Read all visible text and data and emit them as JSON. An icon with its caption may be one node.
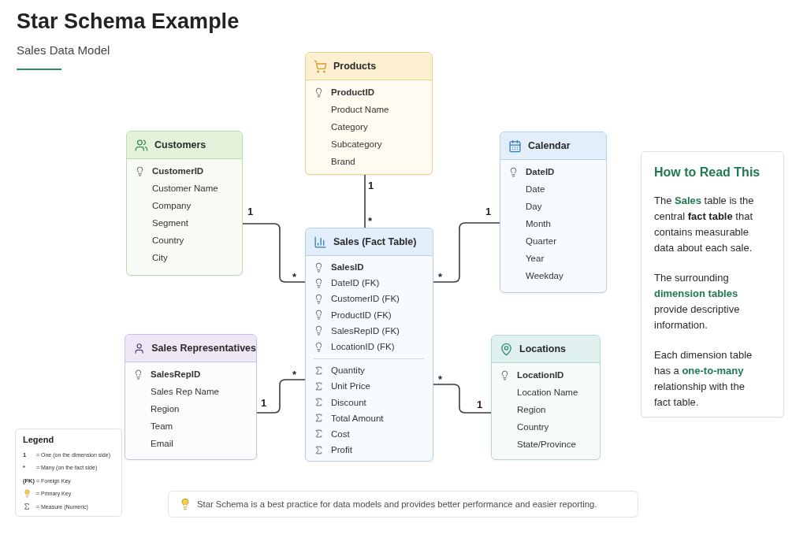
{
  "diagram": {
    "title": "Star Schema Example",
    "nodes": [
      {
        "text": [
          "Products",
          "ProductID",
          "Product Name",
          "Category",
          "Subcategory",
          "Brand"
        ]
      },
      {
        "text": [
          "Customers",
          "CustomerID",
          "Customer Name",
          "Company",
          "Segment",
          "Country",
          "City"
        ]
      },
      {
        "text": [
          "Calendar",
          "DateID",
          "Date",
          "Day",
          "Month",
          "Quarter",
          "Year",
          "Weekday"
        ]
      },
      {
        "text": [
          "How to Read This",
          "The **Sales** table is the central **fact table** that contains measurable data about each sale.",
          "The surrounding **dimension tables** provide descriptive information.",
          "Each dimension table has a **one-to-many** relationship with the fact table."
        ]
      },
      {
        "text": [
          "Sales (Fact Table)",
          "SalesID",
          "DateID (FK)",
          "CustomerID (FK)",
          "ProductID (FK)",
          "SalesRepID (FK)",
          "LocationID (FK)",
          "Quantity",
          "Unit Price",
          "Discount",
          "Total Amount",
          "Cost",
          "Profit"
        ]
      },
      {
        "text": [
          "Sales Representatives",
          "SalesRepID",
          "Sales Rep Name",
          "Region",
          "Team",
          "Email"
        ]
      },
      {
        "text": [
          "Locations",
          "LocationID",
          "Location Name",
          "Region",
          "Country",
          "State/Province"
        ]
      },
      {
        "text": [
          "Star Schema is a best practice for data models and provides better performance and easier reporting."
        ]
      }
    ],
    "edges": [
      {
        "from": 1,
        "to": 4,
        "arrow": "none"
      },
      {
        "from": 0,
        "to": 4,
        "arrow": "none"
      },
      {
        "from": 2,
        "to": 4,
        "arrow": "none"
      },
      {
        "from": 5,
        "to": 4,
        "arrow": "none"
      },
      {
        "from": 6,
        "to": 4,
        "arrow": "none"
      }
    ],
    "labels": [
      "Sales Data Model",
      "1",
      "1",
      "1",
      "*",
      "*",
      "*",
      "*",
      "*",
      "1",
      "1",
      "Legend",
      "1",
      "*",
      "(FK)"
    ],
    "legend": [
      {
        "text": "= One (on the dimension side)"
      },
      {
        "text": "= Many (on the fact side)"
      },
      {
        "text": "= Foreign Key"
      },
      {
        "text": "= Primary Key"
      },
      {
        "text": "= Measure (Numeric)"
      }
    ]
  }
}
